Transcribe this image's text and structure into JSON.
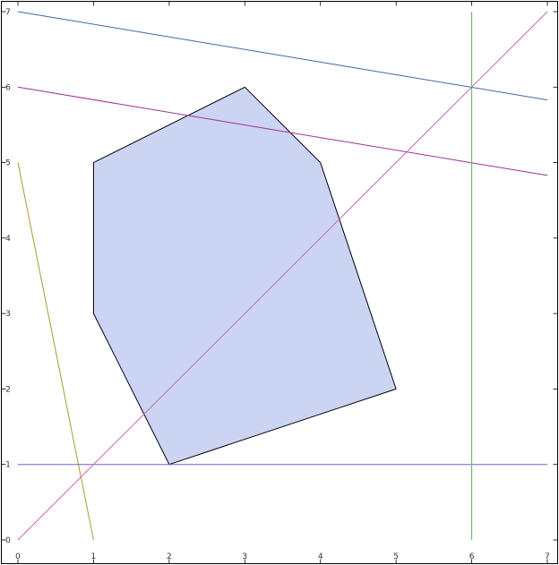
{
  "chart_data": {
    "type": "line",
    "title": "",
    "xlabel": "",
    "ylabel": "",
    "xlim": [
      0,
      7
    ],
    "ylim": [
      0,
      7
    ],
    "grid": false,
    "frame": true,
    "x_ticks": [
      "0",
      "1",
      "2",
      "3",
      "4",
      "5",
      "6",
      "7"
    ],
    "y_ticks": [
      "0",
      "1",
      "2",
      "3",
      "4",
      "5",
      "6",
      "7"
    ],
    "polygon": {
      "vertices": [
        [
          1,
          5
        ],
        [
          3,
          6
        ],
        [
          4,
          5
        ],
        [
          5,
          2
        ],
        [
          2,
          1
        ],
        [
          1,
          3
        ]
      ],
      "fill": "#ccd4f4",
      "stroke": "#000000"
    },
    "series": [
      {
        "color": "#4466aa",
        "x": [
          0,
          7
        ],
        "y": [
          7,
          5.83
        ]
      },
      {
        "color": "#993399",
        "x": [
          0,
          7
        ],
        "y": [
          6,
          4.83
        ]
      },
      {
        "color": "#aa9933",
        "x": [
          0,
          1
        ],
        "y": [
          5,
          0
        ]
      },
      {
        "color": "#6666cc",
        "x": [
          0,
          7
        ],
        "y": [
          1,
          1
        ]
      },
      {
        "color": "#cc66aa",
        "x": [
          0,
          7
        ],
        "y": [
          0,
          7
        ]
      },
      {
        "color": "#66aa66",
        "x": [
          6,
          6
        ],
        "y": [
          0,
          7
        ]
      }
    ]
  }
}
